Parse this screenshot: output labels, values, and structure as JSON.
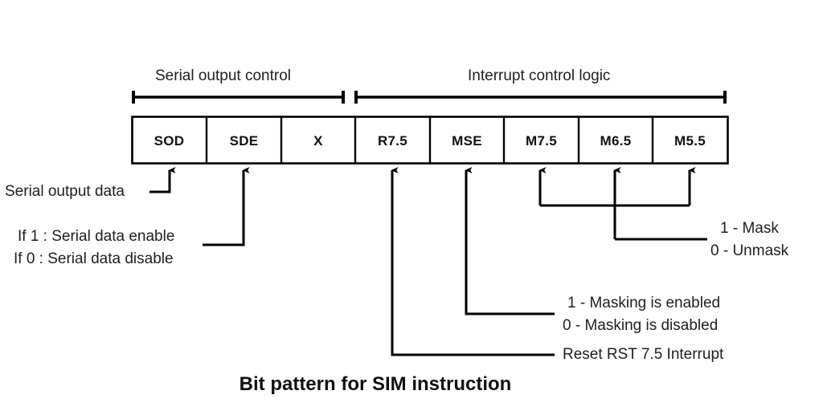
{
  "diagram": {
    "title": "Bit pattern for SIM instruction",
    "line_color": "#000000",
    "text_color": "#202020",
    "background": "#ffffff",
    "groups": [
      {
        "id": "serial-output-control",
        "label": "Serial output control",
        "span_start_bit": 0,
        "span_end_bit": 2
      },
      {
        "id": "interrupt-control-logic",
        "label": "Interrupt control logic",
        "span_start_bit": 3,
        "span_end_bit": 7
      }
    ],
    "bits": [
      {
        "index": 0,
        "label": "SOD"
      },
      {
        "index": 1,
        "label": "SDE"
      },
      {
        "index": 2,
        "label": "X"
      },
      {
        "index": 3,
        "label": "R7.5"
      },
      {
        "index": 4,
        "label": "MSE"
      },
      {
        "index": 5,
        "label": "M7.5"
      },
      {
        "index": 6,
        "label": "M6.5"
      },
      {
        "index": 7,
        "label": "M5.5"
      }
    ],
    "annotations": [
      {
        "id": "serial-output-data",
        "target_bit": "SOD",
        "lines": [
          "Serial output data"
        ]
      },
      {
        "id": "serial-data-enable",
        "target_bit": "SDE",
        "lines": [
          "If 1 : Serial data enable",
          "If 0 : Serial data disable"
        ]
      },
      {
        "id": "mask-unmask",
        "target_bits": [
          "M7.5",
          "M6.5",
          "M5.5"
        ],
        "lines": [
          "1 - Mask",
          "0 - Unmask"
        ]
      },
      {
        "id": "masking-enabled",
        "target_bit": "MSE",
        "lines": [
          "1 - Masking is enabled",
          "0 - Masking is disabled"
        ]
      },
      {
        "id": "reset-rst75",
        "target_bit": "R7.5",
        "lines": [
          "Reset RST 7.5 Interrupt"
        ]
      }
    ]
  }
}
